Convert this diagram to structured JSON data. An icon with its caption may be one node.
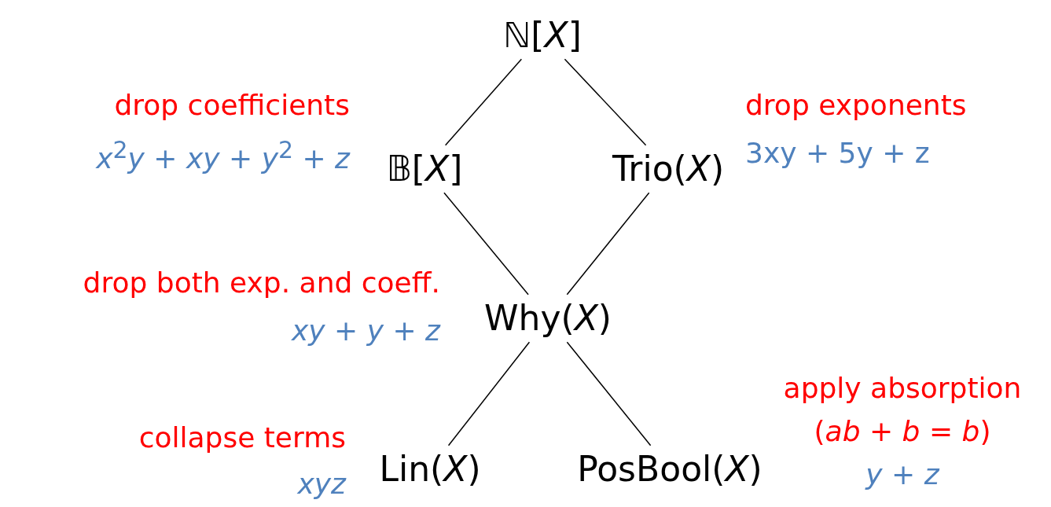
{
  "diagram": {
    "nodes": [
      {
        "text": [
          "ℕ[*X*]"
        ]
      },
      {
        "text": [
          "𝔹[*X*]"
        ],
        "beside": [
          "drop coefficients",
          "*x*$^{2}$*y* + *xy* + *y*$^{2}$ + *z*"
        ]
      },
      {
        "text": [
          "Trio(*X*)"
        ],
        "beside": [
          "drop exponents",
          "3xy + 5y + z"
        ]
      },
      {
        "text": [
          "Why(*X*)"
        ],
        "beside": [
          "drop both exp. and coeff.",
          "*xy* + *y* + *z*"
        ]
      },
      {
        "text": [
          "Lin(*X*)"
        ],
        "beside": [
          "collapse terms",
          "*xyz*"
        ]
      },
      {
        "text": [
          "PosBool(*X*)"
        ],
        "beside": [
          "apply absorption",
          "(*ab* + *b* = *b*)",
          "*y* + *z*"
        ]
      }
    ],
    "edges": [
      {
        "from": 0,
        "to": 1,
        "arrow": "none"
      },
      {
        "from": 0,
        "to": 2,
        "arrow": "none"
      },
      {
        "from": 1,
        "to": 3,
        "arrow": "none"
      },
      {
        "from": 2,
        "to": 3,
        "arrow": "none"
      },
      {
        "from": 3,
        "to": 4,
        "arrow": "none"
      },
      {
        "from": 3,
        "to": 5,
        "arrow": "none"
      }
    ]
  }
}
